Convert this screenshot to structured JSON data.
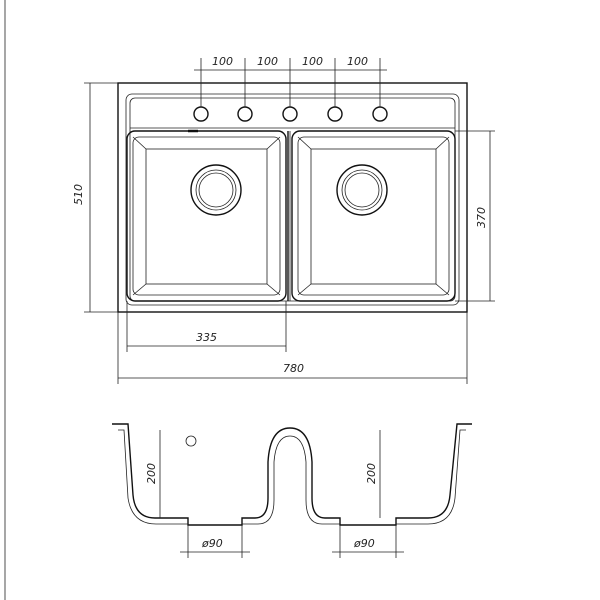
{
  "top_view": {
    "faucet_spacing": [
      "100",
      "100",
      "100",
      "100"
    ],
    "overall_depth": "510",
    "bowl_depth": "370",
    "bowl_width": "335",
    "overall_width": "780"
  },
  "section_view": {
    "left_bowl_height": "200",
    "right_bowl_height": "200",
    "left_drain": "ø90",
    "right_drain": "ø90"
  }
}
